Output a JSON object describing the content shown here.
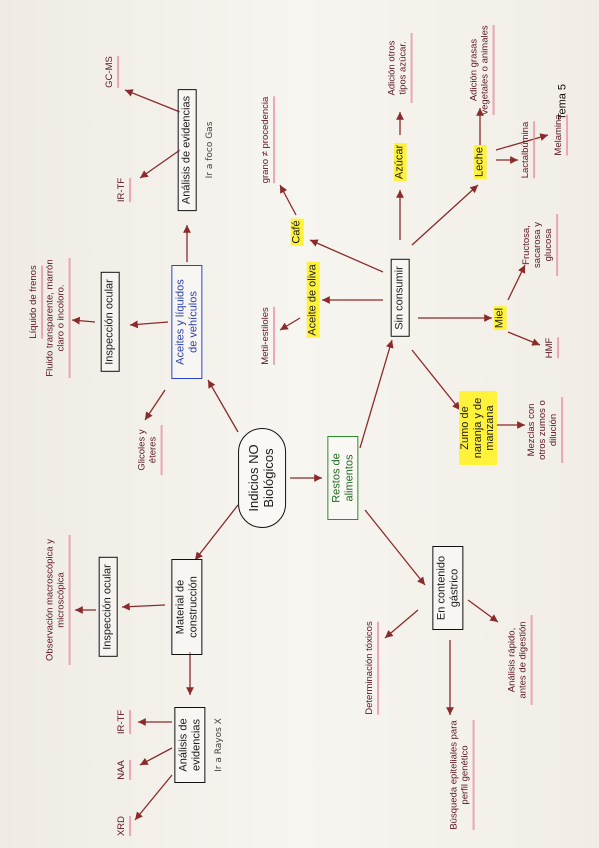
{
  "page_title": "Tema 5",
  "center": "Indicios NO Biológicos",
  "nodes": {
    "aceites": "Aceites y líquidos de vehículos",
    "material": "Material de construcción",
    "restos": "Restos de alimentos",
    "sin_consumir": "Sin consumir",
    "contenido": "En contenido gástrico",
    "inspeccion_top": "Inspección ocular",
    "analisis_top": "Análisis de evidencias",
    "inspeccion_bot": "Inspección ocular",
    "analisis_bot": "Análisis de evidencias"
  },
  "labels": {
    "liquido": "Líquido de frenos",
    "fluido": "Fluido transparente, marrón claro o incoloro.",
    "glicoles": "Glicoles y éteres",
    "irtf_top": "IR-TF",
    "gcms": "GC-MS",
    "gas_note": "Ir a foco Gas",
    "observacion": "Observación macroscópica y microscópica",
    "irtf_bot": "IR-TF",
    "naa": "NAA",
    "xrd": "XRD",
    "rayos_note": "Ir a Rayos X",
    "determinacion": "Determinación tóxicos",
    "analisis_rapido": "Análisis rápido, antes de digestión",
    "busqueda": "Búsqueda epiteliales para perfil genético",
    "cafe": "Café",
    "grano": "grano ≠ procedencia",
    "aceite_oliva": "Aceite de oliva",
    "metil": "Metil-estiloles",
    "azucar": "Azúcar",
    "adicion": "Adición otros tipos azúcar.",
    "leche": "Leche",
    "adicion_grasas": "Adición grasas vegetales o animales",
    "lactalbumina": "Lactalbúmina",
    "melamina": "Melamina",
    "miel": "Miel",
    "fructosa": "Fructosa, sacarosa y glucosa",
    "hmf": "HMF",
    "zumo": "Zumo de naranja y de manzana",
    "mezclas": "Mezclas con otros zumos o dilución"
  },
  "colors": {
    "arrow": "#8a2a2a",
    "highlight": "#fff23a",
    "blue_box": "#2a45c8",
    "green_box": "#2e8b2e",
    "pink_underline": "#e88ca0"
  }
}
